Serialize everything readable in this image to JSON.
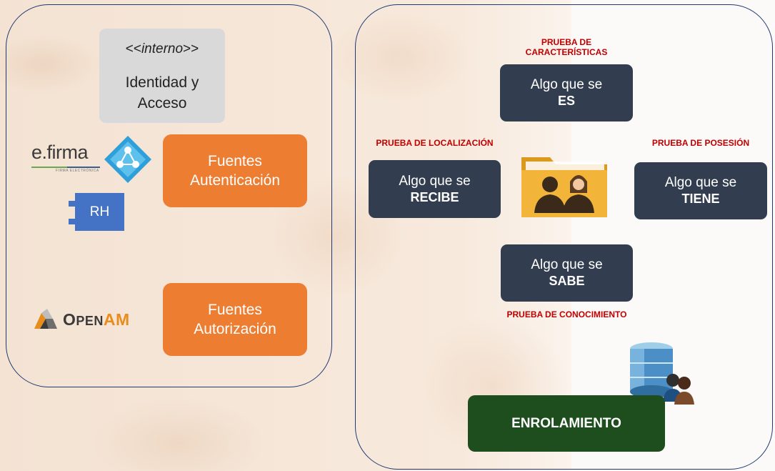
{
  "left_panel": {
    "stereotype_label": "<<interno>>",
    "identity_label": "Identidad y Acceso",
    "auth_sources_label": "Fuentes Autenticación",
    "authz_sources_label": "Fuentes Autorización",
    "rh_label": "RH",
    "efirma_logo": "e.firma",
    "efirma_sub": "FIRMA ELECTRÓNICA",
    "openam_logo": "OpenAM"
  },
  "right_panel": {
    "nodes": [
      {
        "line1": "Algo que se",
        "line2": "ES",
        "proof": "PRUEBA DE CARACTERÍSTICAS"
      },
      {
        "line1": "Algo que se",
        "line2": "RECIBE",
        "proof": "PRUEBA DE LOCALIZACIÓN"
      },
      {
        "line1": "Algo que se",
        "line2": "TIENE",
        "proof": "PRUEBA DE POSESIÓN"
      },
      {
        "line1": "Algo que se",
        "line2": "SABE",
        "proof": "PRUEBA DE CONOCIMIENTO"
      }
    ],
    "enrollment_label": "ENROLAMIENTO"
  },
  "colors": {
    "border": "#1f3a73",
    "orange": "#ed7d31",
    "dark_box": "#323e4f",
    "proof_red": "#c00000",
    "enroll_green": "#1e4e1e",
    "rh_blue": "#4472c4"
  },
  "icons": [
    "efirma-diamond-icon",
    "openam-logo-icon",
    "users-folder-icon",
    "database-users-icon"
  ]
}
